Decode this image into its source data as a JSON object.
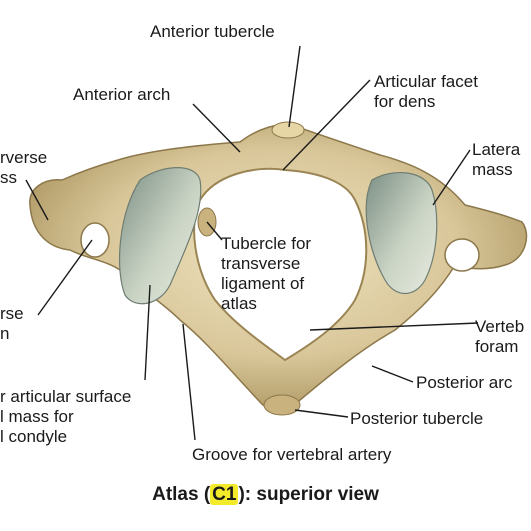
{
  "labels": {
    "anterior_tubercle": "Anterior tubercle",
    "anterior_arch": "Anterior arch",
    "articular_facet_for_dens": "Articular facet\nfor dens",
    "lateral_mass": "Latera\nmass",
    "transverse_process": "rverse\nss",
    "transverse_foramen": "rse\nn",
    "tubercle_for_transverse_ligament": "Tubercle for\ntransverse\nligament of\natlas",
    "vertebral_foramen": "Verteb\nforam",
    "posterior_arch": "Posterior arc",
    "superior_articular_surface": "r articular surface\nl mass for\nl condyle",
    "posterior_tubercle": "Posterior tubercle",
    "groove_for_vertebral_artery": "Groove for vertebral artery"
  },
  "caption": {
    "prefix": "Atlas (",
    "highlight": "C1",
    "suffix": "): superior view"
  },
  "colors": {
    "bone": "#d9c79a",
    "bone_shadow": "#a8925c",
    "facet": "#c9d3c4",
    "leader": "#1a1a1a",
    "highlight": "#f3ea2a"
  }
}
